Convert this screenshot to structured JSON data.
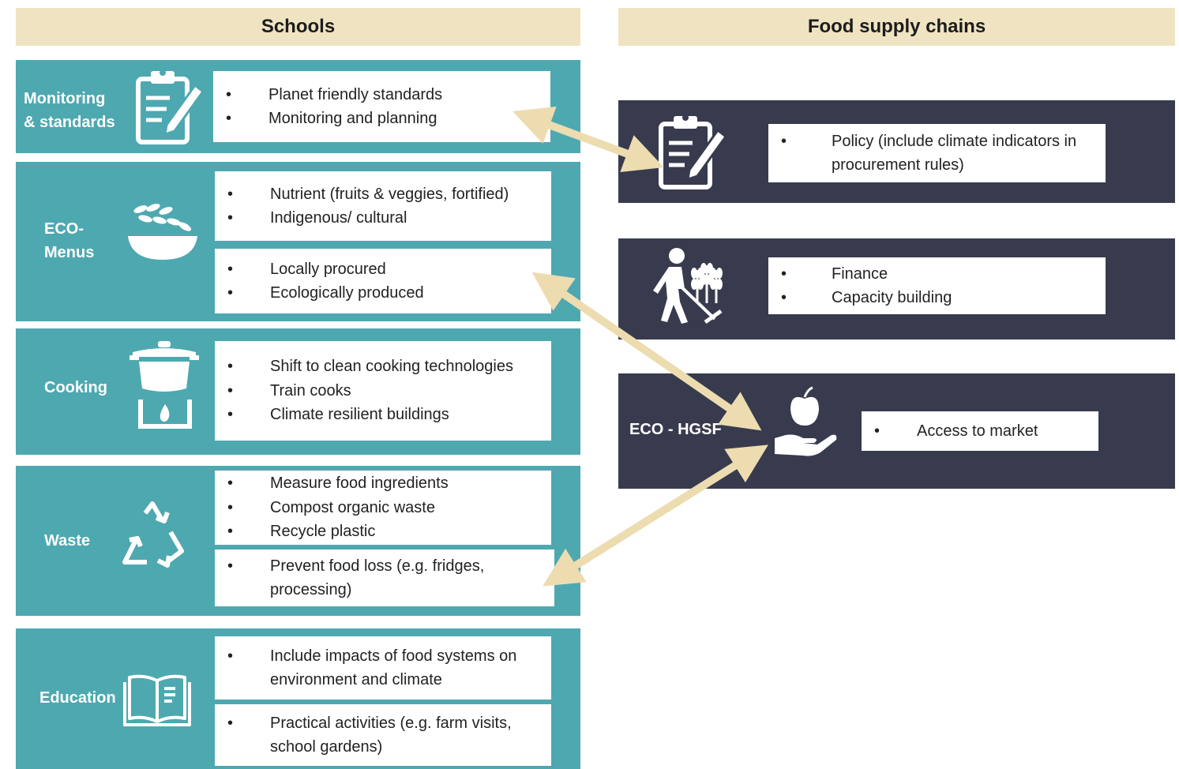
{
  "headers": {
    "schools": "Schools",
    "food_supply_chains": "Food supply chains"
  },
  "schools": {
    "monitoring": {
      "label": "Monitoring\n& standards",
      "icon": "clipboard-pencil-icon",
      "items": [
        "Planet friendly standards",
        "Monitoring and planning"
      ]
    },
    "eco_menus": {
      "label": "ECO-\nMenus",
      "icon": "grain-bowl-icon",
      "box1": [
        "Nutrient (fruits & veggies, fortified)",
        "Indigenous/ cultural"
      ],
      "box2": [
        "Locally procured",
        "Ecologically produced"
      ]
    },
    "cooking": {
      "label": "Cooking",
      "icon": "cooking-pot-stove-icon",
      "items": [
        "Shift to clean cooking technologies",
        "Train cooks",
        "Climate resilient buildings"
      ]
    },
    "waste": {
      "label": "Waste",
      "icon": "recycle-icon",
      "box1": [
        "Measure food ingredients",
        "Compost organic waste",
        "Recycle plastic"
      ],
      "box2": [
        "Prevent food loss (e.g. fridges, processing)"
      ]
    },
    "education": {
      "label": "Education",
      "icon": "open-book-icon",
      "box1": [
        "Include impacts of food systems on environment and climate"
      ],
      "box2": [
        "Practical activities (e.g. farm visits, school gardens)"
      ]
    }
  },
  "supply": {
    "policy": {
      "icon": "clipboard-pencil-icon",
      "items": [
        "Policy (include climate indicators in procurement rules)"
      ]
    },
    "farming": {
      "icon": "farmer-raking-icon",
      "items": [
        "Finance",
        "Capacity building"
      ]
    },
    "hgsf": {
      "label": "ECO - HGSF",
      "icon": "hand-apple-icon",
      "items": [
        "Access to market"
      ]
    }
  },
  "bullet_char": "•",
  "colors": {
    "teal": "#4ea8b0",
    "navy": "#383b4e",
    "header_beige": "#efe3c2",
    "arrow_beige": "#eddcb0"
  }
}
